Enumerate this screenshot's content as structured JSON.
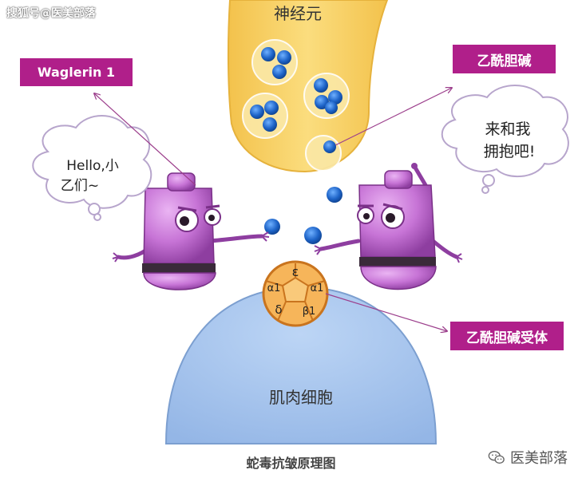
{
  "watermark": "搜狐号@医美部落",
  "neuron": {
    "label": "神经元"
  },
  "muscle": {
    "label": "肌肉细胞"
  },
  "labels": {
    "waglerin": "Waglerin 1",
    "ach": "乙酰胆碱",
    "receptor": "乙酰胆碱受体"
  },
  "bubbles": {
    "left": {
      "line1": "Hello,小",
      "line2": "乙们~"
    },
    "right": {
      "line1": "来和我",
      "line2": "拥抱吧!"
    }
  },
  "receptor_subunits": {
    "top": "ε",
    "upper_left": "α1",
    "upper_right": "α1",
    "lower_left": "δ",
    "lower_right": "β1"
  },
  "caption": "蛇毒抗皱原理图",
  "brand": {
    "name": "医美部落",
    "icon": "wechat-icon"
  },
  "colors": {
    "label_purple": "#b01f8a",
    "neuron_yellow": "#f8d26a",
    "muscle_blue": "#a8c6ee",
    "molecule_blue": "#1e64c8",
    "receptor_orange": "#f6b55a",
    "robot_pink": "#c774d6"
  }
}
